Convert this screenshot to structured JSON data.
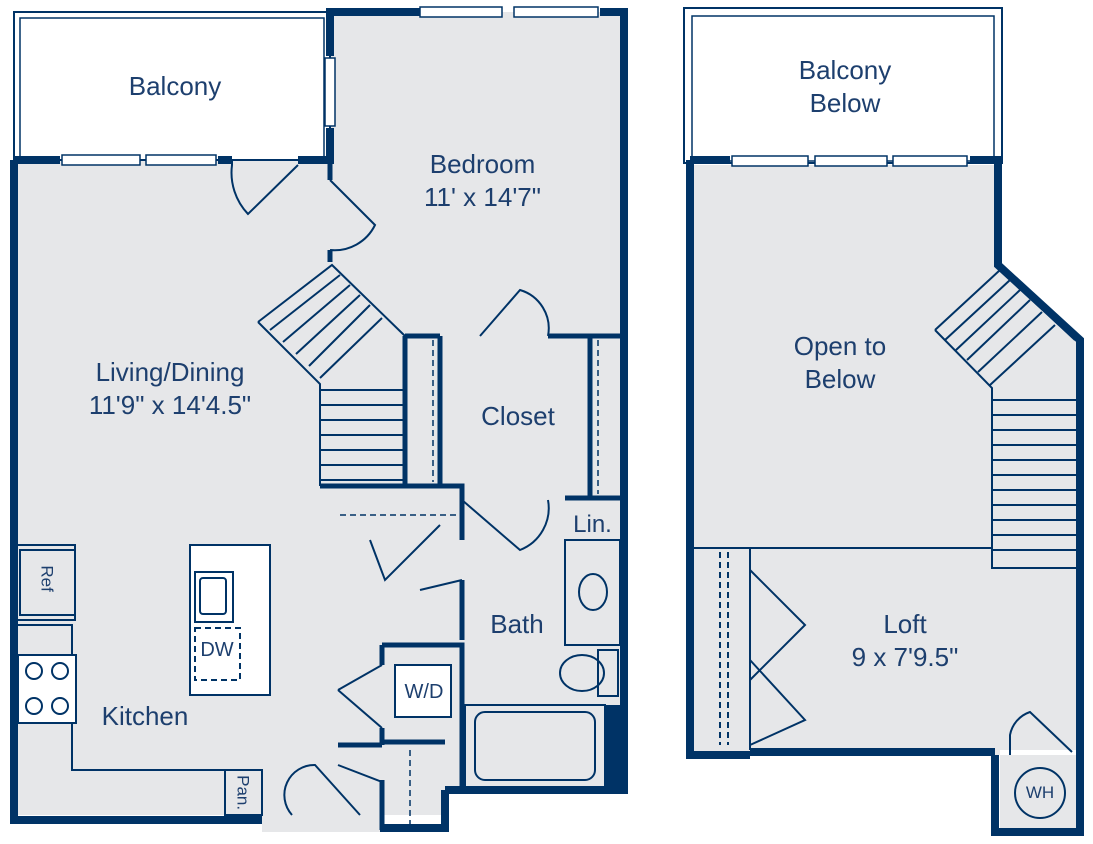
{
  "colors": {
    "wall": "#003366",
    "floor": "#e6e7e9",
    "line": "#003366",
    "text": "#1d3f6e",
    "background": "#ffffff"
  },
  "lower_level": {
    "balcony": "Balcony",
    "bedroom": {
      "name": "Bedroom",
      "size": "11' x 14'7\""
    },
    "living_dining": {
      "name": "Living/Dining",
      "size": "11'9\" x 14'4.5\""
    },
    "closet": "Closet",
    "linen": "Lin.",
    "bath": "Bath",
    "ref": "Ref",
    "dw": "DW",
    "wd": "W/D",
    "kitchen": "Kitchen",
    "pantry": "Pan."
  },
  "upper_level": {
    "balcony_below": {
      "line1": "Balcony",
      "line2": "Below"
    },
    "open_to_below": {
      "line1": "Open to",
      "line2": "Below"
    },
    "loft": {
      "name": "Loft",
      "size": "9 x 7'9.5\""
    },
    "wh": "WH"
  }
}
